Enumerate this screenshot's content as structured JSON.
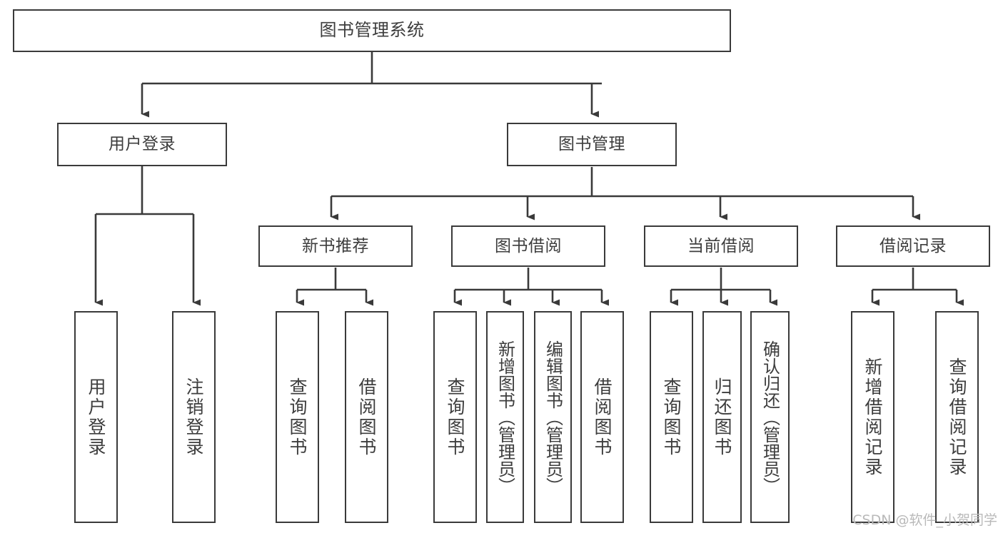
{
  "diagram": {
    "title": "图书管理系统",
    "type": "tree-hierarchy-diagram",
    "root": {
      "id": "root",
      "label": "图书管理系统"
    },
    "level2": [
      {
        "id": "user-login",
        "label": "用户登录"
      },
      {
        "id": "book-management",
        "label": "图书管理"
      }
    ],
    "level3": [
      {
        "id": "new-book-recommend",
        "label": "新书推荐"
      },
      {
        "id": "book-borrow",
        "label": "图书借阅"
      },
      {
        "id": "current-borrow",
        "label": "当前借阅"
      },
      {
        "id": "borrow-record",
        "label": "借阅记录"
      }
    ],
    "leaves": {
      "user_login": [
        {
          "id": "leaf-user-login",
          "label": "用户登录"
        },
        {
          "id": "leaf-logout",
          "label": "注销登录"
        }
      ],
      "new_book_recommend": [
        {
          "id": "leaf-query-book-1",
          "label": "查询图书"
        },
        {
          "id": "leaf-borrow-book-1",
          "label": "借阅图书"
        }
      ],
      "book_borrow": [
        {
          "id": "leaf-query-book-2",
          "label": "查询图书"
        },
        {
          "id": "leaf-add-book",
          "label": "新增图书（管理员）"
        },
        {
          "id": "leaf-edit-book",
          "label": "编辑图书（管理员）"
        },
        {
          "id": "leaf-borrow-book-2",
          "label": "借阅图书"
        }
      ],
      "current_borrow": [
        {
          "id": "leaf-query-book-3",
          "label": "查询图书"
        },
        {
          "id": "leaf-return-book",
          "label": "归还图书"
        },
        {
          "id": "leaf-confirm-return",
          "label": "确认归还（管理员）"
        }
      ],
      "borrow_record": [
        {
          "id": "leaf-add-record",
          "label": "新增借阅记录"
        },
        {
          "id": "leaf-query-record",
          "label": "查询借阅记录"
        }
      ]
    }
  },
  "watermark": {
    "text": "CSDN @软件_小贺同学"
  },
  "colors": {
    "box_border": "#3a3a3a",
    "box_fill": "#ffffff",
    "connector": "#3a3a3a",
    "text": "#3d3d3d",
    "watermark": "#b9b9b9",
    "background": "#ffffff"
  }
}
